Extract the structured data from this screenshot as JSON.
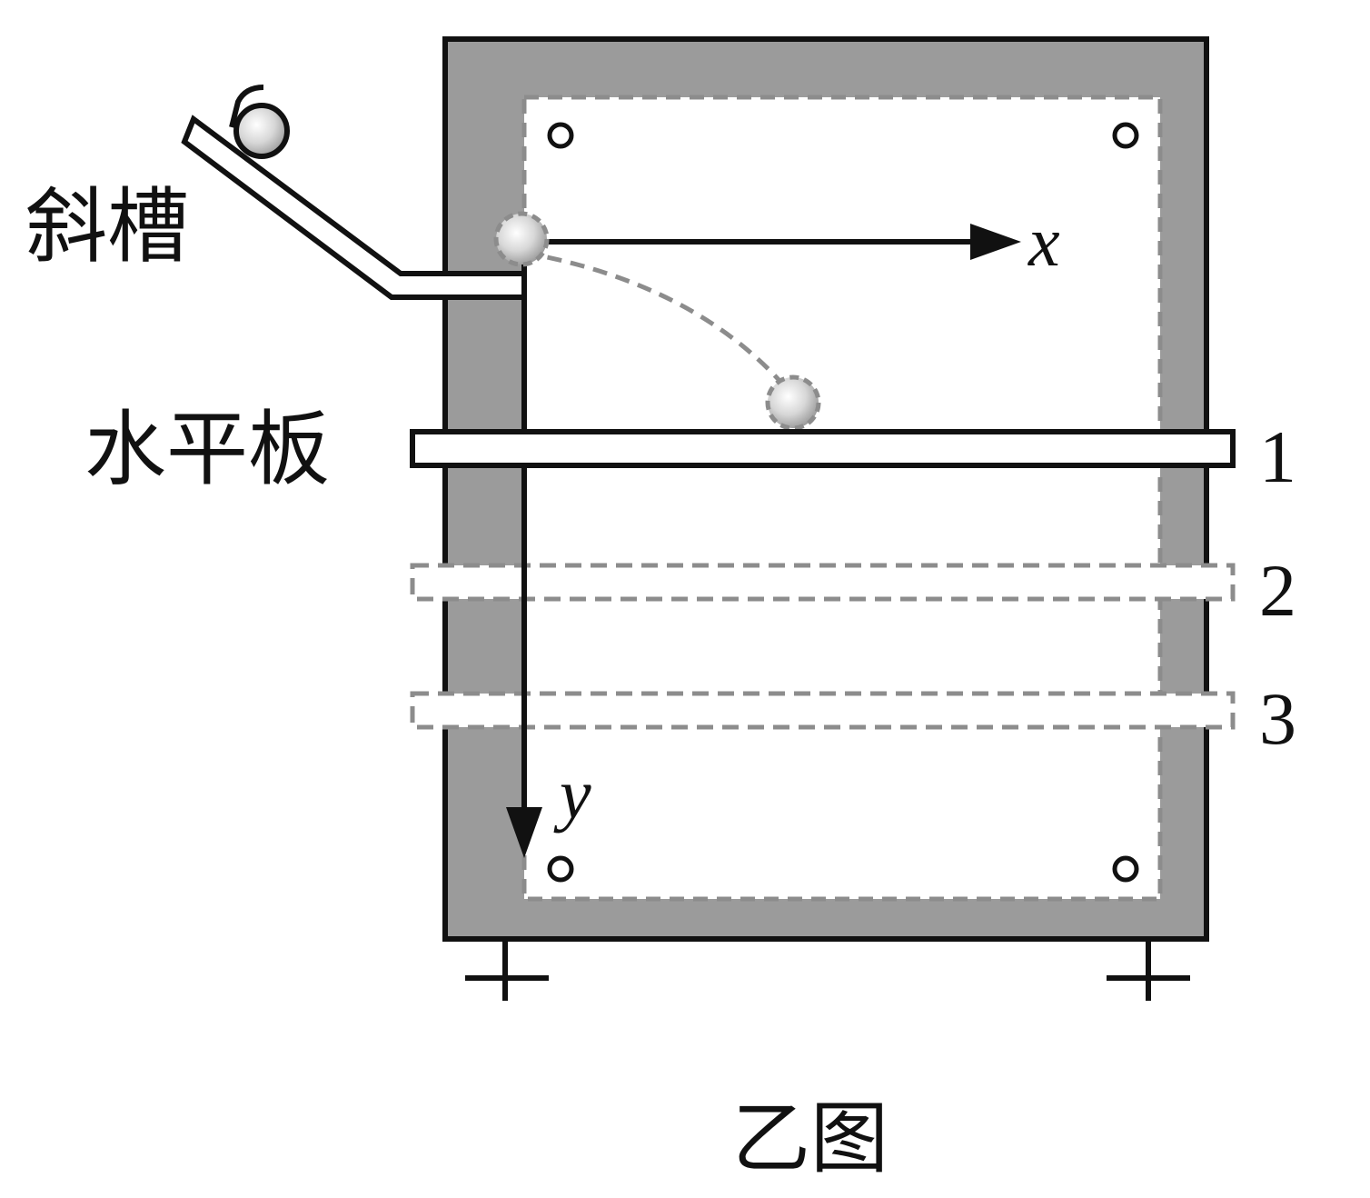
{
  "labels": {
    "chute": "斜槽",
    "horizontal_board": "水平板",
    "x_axis": "x",
    "y_axis": "y",
    "caption": "乙图"
  },
  "board_positions": [
    "1",
    "2",
    "3"
  ],
  "colors": {
    "frame_gray": "#9b9b9b",
    "dashed_gray": "#8c8c8c",
    "ink": "#111111",
    "paper": "#ffffff"
  }
}
